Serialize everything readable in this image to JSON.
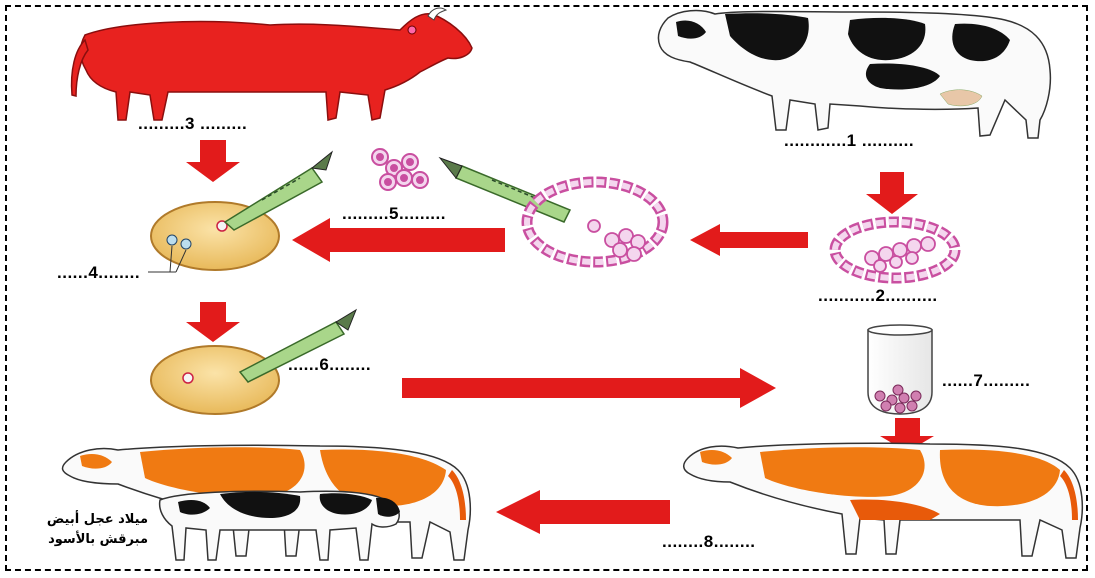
{
  "diagram": {
    "labels": {
      "l1": "............1 ..........",
      "l2": "...........2..........",
      "l3": ".........3 .........",
      "l4": "......4........",
      "l5": ".........5.........",
      "l6": "......6........",
      "l7": "......7.........",
      "l8": "........8........"
    },
    "caption": {
      "line1": "ميلاد عجل أبيض",
      "line2": "مبرقش بالأسود"
    },
    "colors": {
      "red_cow": "#e8221f",
      "arrow": "#e21b1b",
      "orange_cow": "#f07a12",
      "cell": "#c94fa0",
      "pipette": "#a9d68a",
      "egg": "#f2c97a"
    }
  }
}
